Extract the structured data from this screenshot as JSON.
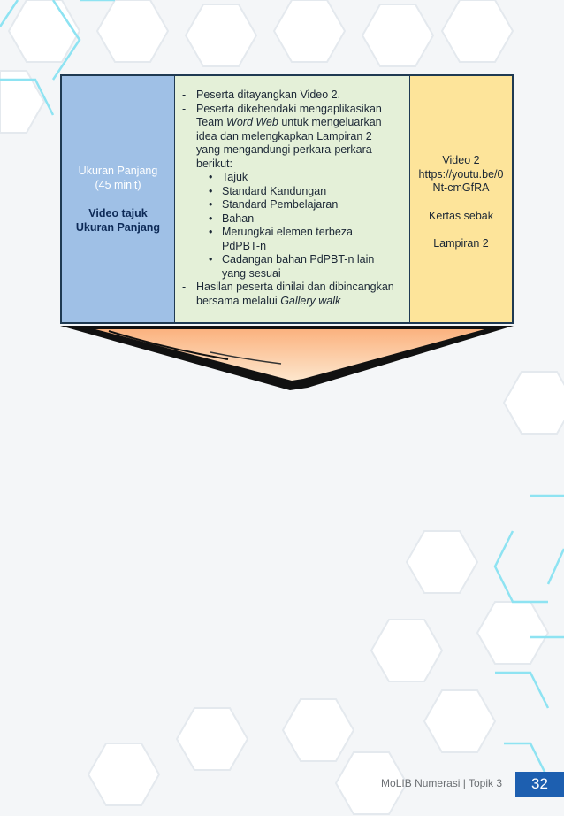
{
  "table": {
    "col1": {
      "duration": "Ukuran Panjang",
      "minutes": "(45 minit)",
      "title_line1": "Video tajuk",
      "title_line2": "Ukuran Panjang"
    },
    "col2": {
      "item1": "Peserta ditayangkan Video 2.",
      "item2_l1": "Peserta dikehendaki  mengaplikasikan",
      "item2_l2_a": "Team ",
      "item2_l2_em": "Word Web",
      "item2_l2_b": " untuk mengeluarkan",
      "item2_l3": "idea dan melengkapkan Lampiran 2",
      "item2_l4": "yang mengandungi perkara-perkara",
      "item2_l5": "berikut:",
      "sub1": "Tajuk",
      "sub2": "Standard Kandungan",
      "sub3": "Standard Pembelajaran",
      "sub4": "Bahan",
      "sub5_l1": "Merungkai elemen terbeza",
      "sub5_l2": "PdPBT-n",
      "sub6_l1": "Cadangan bahan PdPBT-n lain",
      "sub6_l2": "yang sesuai",
      "item3_l1": "Hasilan peserta dinilai dan dibincangkan",
      "item3_l2_a": "bersama melalui ",
      "item3_l2_em": "Gallery walk"
    },
    "col3": {
      "video": "Video 2",
      "url_l1": "https://youtu.be/0",
      "url_l2": "Nt-cmGfRA",
      "paper": "Kertas sebak",
      "appendix": "Lampiran 2"
    }
  },
  "footer": {
    "text": "MoLIB Numerasi | Topik 3",
    "page": "32"
  }
}
